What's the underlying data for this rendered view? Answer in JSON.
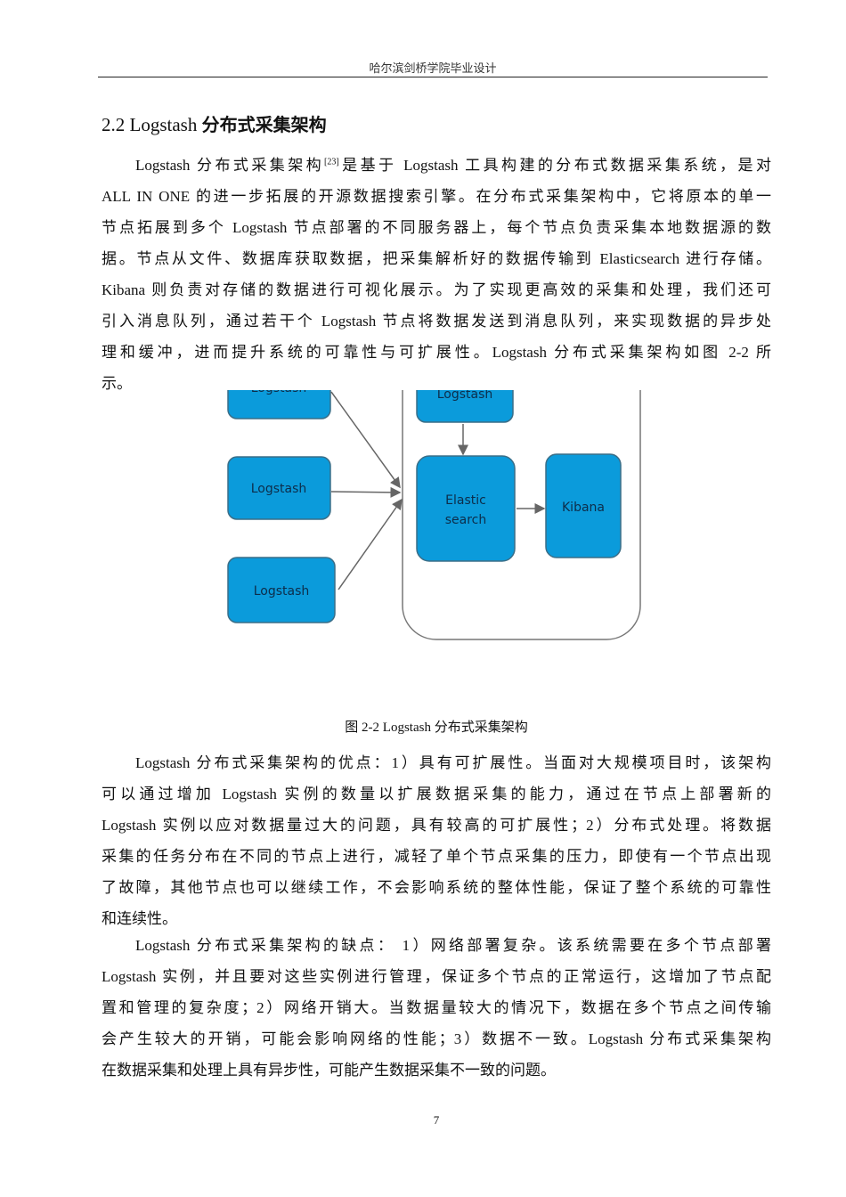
{
  "header": "哈尔滨剑桥学院毕业设计",
  "section": {
    "number": "2.2 Logstash",
    "title": "分布式采集架构"
  },
  "para1": {
    "line0_a": "Logstash 分布式采集架构",
    "cite": "[23]",
    "line0_b": "是基于 Logstash 工具构建的分布式数据采集系统，是对",
    "lines": [
      "ALL IN ONE 的进一步拓展的开源数据搜索引擎。在分布式采集架构中，它将原本的单一",
      "节点拓展到多个 Logstash 节点部署的不同服务器上，每个节点负责采集本地数据源的数",
      "据。节点从文件、数据库获取数据，把采集解析好的数据传输到 Elasticsearch 进行存储。",
      "Kibana 则负责对存储的数据进行可视化展示。为了实现更高效的采集和处理，我们还可",
      "引入消息队列，通过若干个 Logstash 节点将数据发送到消息队列，来实现数据的异步处",
      "理和缓冲，进而提升系统的可靠性与可扩展性。Logstash 分布式采集架构如图 2-2 所",
      "示。"
    ]
  },
  "diagram": {
    "nodes": {
      "logstash_left_top": "Logstash",
      "logstash_left_mid": "Logstash",
      "logstash_left_bottom": "Logstash",
      "logstash_inner": "Logstash",
      "elastic_1": "Elastic",
      "elastic_2": "search",
      "kibana": "Kibana"
    },
    "box_color": "#0b9bdb"
  },
  "caption": "图 2-2 Logstash 分布式采集架构",
  "para2": [
    "Logstash 分布式采集架构的优点：1）具有可扩展性。当面对大规模项目时，该架构",
    "可以通过增加 Logstash 实例的数量以扩展数据采集的能力，通过在节点上部署新的",
    "Logstash 实例以应对数据量过大的问题，具有较高的可扩展性；2）分布式处理。将数据",
    "采集的任务分布在不同的节点上进行，减轻了单个节点采集的压力，即使有一个节点出现",
    "了故障，其他节点也可以继续工作，不会影响系统的整体性能，保证了整个系统的可靠性",
    "和连续性。"
  ],
  "para3": [
    "Logstash 分布式采集架构的缺点： 1）网络部署复杂。该系统需要在多个节点部署",
    "Logstash 实例，并且要对这些实例进行管理，保证多个节点的正常运行，这增加了节点配",
    "置和管理的复杂度；2）网络开销大。当数据量较大的情况下，数据在多个节点之间传输",
    "会产生较大的开销，可能会影响网络的性能；3）数据不一致。Logstash 分布式采集架构",
    "在数据采集和处理上具有异步性，可能产生数据采集不一致的问题。"
  ],
  "page_number": "7"
}
